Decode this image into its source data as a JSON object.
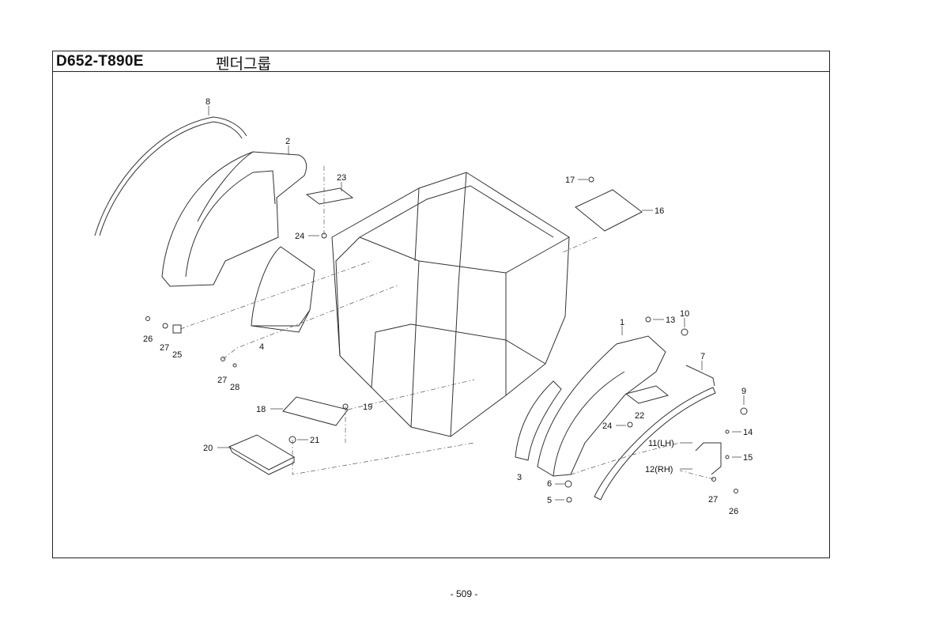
{
  "header": {
    "model_code": "D652-T890E",
    "group_title": "펜더그룹"
  },
  "page_number": "- 509 -",
  "callouts": [
    "1",
    "2",
    "3",
    "4",
    "5",
    "6",
    "7",
    "8",
    "9",
    "10",
    "11(LH)",
    "12(RH)",
    "13",
    "14",
    "15",
    "16",
    "17",
    "18",
    "19",
    "20",
    "21",
    "22",
    "23",
    "24",
    "24",
    "25",
    "26",
    "26",
    "27",
    "27",
    "27",
    "28"
  ]
}
